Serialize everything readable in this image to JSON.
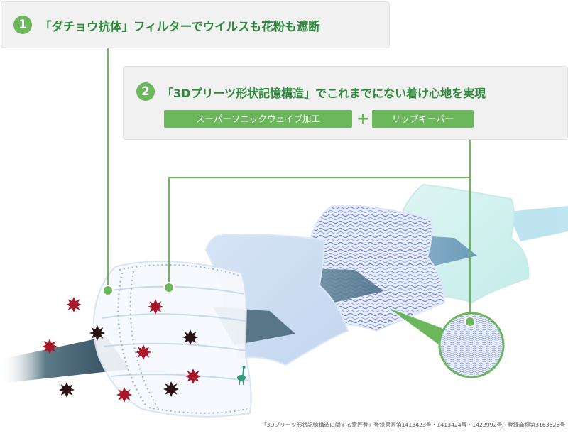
{
  "feature1": {
    "number": "1",
    "heading": "「ダチョウ抗体」フィルターでウイルスも花粉も遮断"
  },
  "feature2": {
    "number": "2",
    "heading": "「3Dプリーツ形状記憶構造」でこれまでにない着け心地を実現",
    "tags": [
      "スーパーソニックウェイブ加工",
      "リップキーパー"
    ],
    "plus": "+"
  },
  "footnote": "「3Dプリーツ形状記憶構造に関する意匠登」登録意匠第1413423号・1413424号・1422992号、登録商標第3163625号",
  "colors": {
    "accent_green": "#6cb75b",
    "heading_green": "#2e8b3a",
    "panel_grey": "#f1f1f1",
    "particle_red": "#a8182a",
    "particle_dark": "#2b1414"
  },
  "icons": [
    "ostrich-icon",
    "virus-particle-icon",
    "pollen-particle-icon"
  ]
}
